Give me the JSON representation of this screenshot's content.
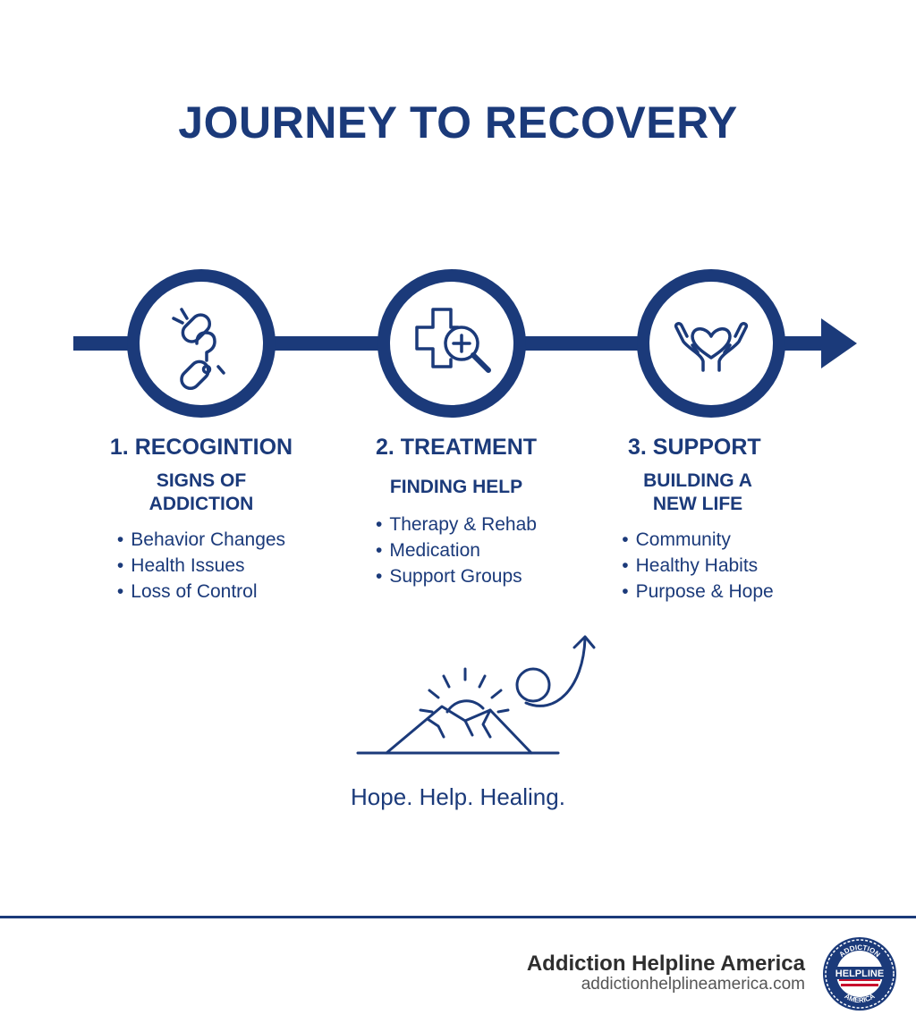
{
  "title": "JOURNEY TO RECOVERY",
  "colors": {
    "primary": "#1b3a7a",
    "accent_red": "#c8102e"
  },
  "steps": [
    {
      "heading": "1. RECOGINTION",
      "subtitle": "SIGNS OF ADDICTION",
      "icon": "broken-chain-question-icon",
      "items": [
        "Behavior Changes",
        "Health Issues",
        "Loss of Control"
      ]
    },
    {
      "heading": "2. TREATMENT",
      "subtitle": "FINDING HELP",
      "icon": "medical-cross-magnifier-icon",
      "items": [
        "Therapy & Rehab",
        "Medication",
        "Support Groups"
      ]
    },
    {
      "heading": "3. SUPPORT",
      "subtitle": "BUILDING A NEW LIFE",
      "icon": "hands-heart-icon",
      "items": [
        "Community",
        "Healthy Habits",
        "Purpose & Hope"
      ]
    }
  ],
  "illustration": {
    "icon": "sunrise-mountains-arrow-icon"
  },
  "tagline": "Hope. Help. Healing.",
  "footer": {
    "brand_name": "Addiction Helpline America",
    "url": "addictionhelplineamerica.com",
    "badge": {
      "icon": "helpline-america-seal-icon",
      "top_text": "ADDICTION",
      "center_text": "HELPLINE",
      "bottom_text": "AMERICA"
    }
  }
}
